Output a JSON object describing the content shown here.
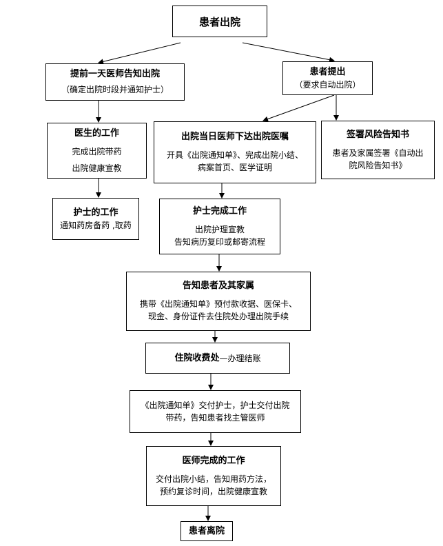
{
  "nodes": {
    "start": {
      "title": "患者出院"
    },
    "notice": {
      "title": "提前一天医师告知出院",
      "body": "（确定出院时段并通知护士）"
    },
    "request": {
      "title": "患者提出",
      "body": "（要求自动出院）"
    },
    "doctor_work": {
      "title": "医生的工作",
      "line1": "完成出院带药",
      "line2": "出院健康宣教"
    },
    "nurse_work": {
      "title": "护士的工作",
      "body": "通知药房备药 ,取药"
    },
    "discharge_order": {
      "title": "出院当日医师下达出院医嘱",
      "line1": "开具《出院通知单》、完成出院小结、",
      "line2": "病案首页、医学证明"
    },
    "risk_form": {
      "title": "签署风险告知书",
      "line1": "患者及家属签署《自动出",
      "line2": "院风险告知书》"
    },
    "nurse_complete": {
      "title": "护士完成工作",
      "line1": "出院护理宣教",
      "line2": "告知病历复印或邮寄流程"
    },
    "inform_family": {
      "title": "告知患者及其家属",
      "line1": "携带《出院通知单》预付款收据、医保卡、",
      "line2": "现金、身份证件去住院处办理出院手续"
    },
    "billing": {
      "title": "住院收费处",
      "suffix": "—办理结账"
    },
    "handover": {
      "line1": "《出院通知单》交付护士，护士交付出院",
      "line2": "带药，告知患者找主管医师"
    },
    "doctor_complete": {
      "title": "医师完成的工作",
      "line1": "交付出院小结，告知用药方法，",
      "line2": "预约复诊时间，出院健康宣教"
    },
    "leave": {
      "title": "患者离院"
    }
  }
}
